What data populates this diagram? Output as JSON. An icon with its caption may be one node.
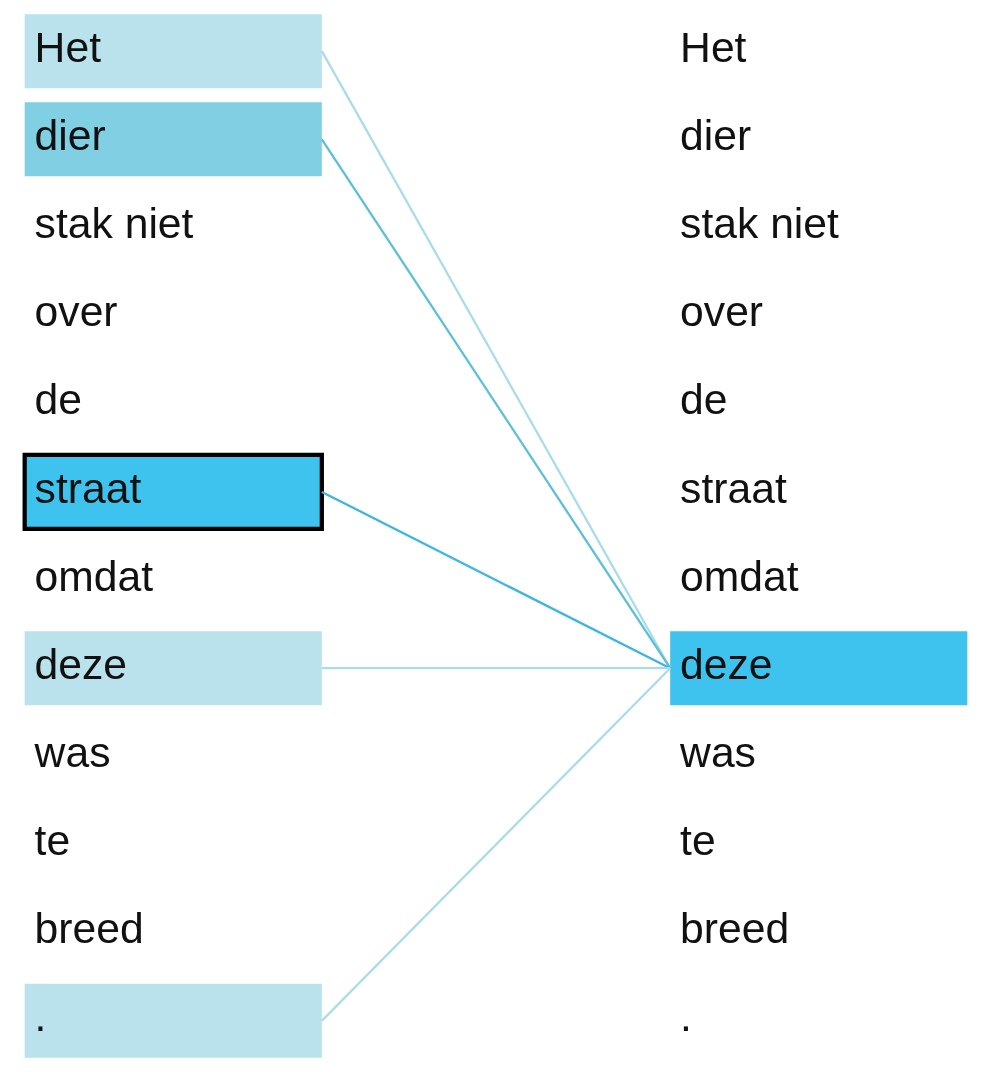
{
  "diagram": {
    "nodes": [
      {
        "text": [
          "Het"
        ]
      },
      {
        "text": [
          "dier"
        ]
      },
      {
        "text": [
          "stak niet"
        ]
      },
      {
        "text": [
          "over"
        ]
      },
      {
        "text": [
          "de"
        ]
      },
      {
        "text": [
          "straat"
        ]
      },
      {
        "text": [
          "omdat"
        ]
      },
      {
        "text": [
          "deze"
        ]
      },
      {
        "text": [
          "was"
        ]
      },
      {
        "text": [
          "te"
        ]
      },
      {
        "text": [
          "breed"
        ]
      },
      {
        "text": [
          "."
        ]
      },
      {
        "text": [
          "Het"
        ]
      },
      {
        "text": [
          "dier"
        ]
      },
      {
        "text": [
          "stak niet"
        ]
      },
      {
        "text": [
          "over"
        ]
      },
      {
        "text": [
          "de"
        ]
      },
      {
        "text": [
          "straat"
        ]
      },
      {
        "text": [
          "omdat"
        ]
      },
      {
        "text": [
          "deze"
        ]
      },
      {
        "text": [
          "was"
        ]
      },
      {
        "text": [
          "te"
        ]
      },
      {
        "text": [
          "breed"
        ]
      },
      {
        "text": [
          "."
        ]
      }
    ],
    "edges": [
      {
        "from": 0,
        "to": 19,
        "arrow": "none"
      },
      {
        "from": 1,
        "to": 19,
        "arrow": "none",
        "color": "#5bbfd9"
      },
      {
        "from": 5,
        "to": 19,
        "arrow": "none",
        "color": "#3bb6e0"
      },
      {
        "from": 7,
        "to": 19,
        "arrow": "none"
      },
      {
        "from": 11,
        "to": 19,
        "arrow": "none"
      }
    ]
  }
}
